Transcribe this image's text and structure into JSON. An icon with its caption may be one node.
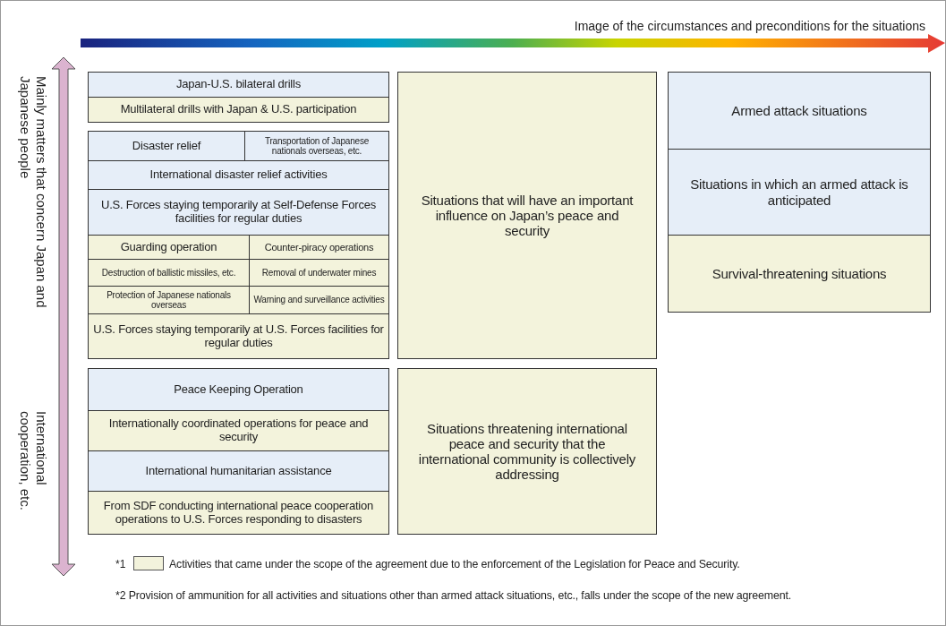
{
  "diagram": {
    "nodes": [
      {
        "text": [
          "Japan-U.S. bilateral drills"
        ]
      },
      {
        "text": [
          "Multilateral drills with Japan & U.S. participation"
        ]
      },
      {
        "text": [
          "Disaster relief"
        ]
      },
      {
        "text": [
          "Transportation of Japanese nationals overseas, etc."
        ]
      },
      {
        "text": [
          "International disaster relief activities"
        ]
      },
      {
        "text": [
          "U.S. Forces staying temporarily at Self-Defense Forces facilities for regular duties"
        ]
      },
      {
        "text": [
          "Guarding operation"
        ]
      },
      {
        "text": [
          "Counter-piracy operations"
        ]
      },
      {
        "text": [
          "Destruction of ballistic missiles, etc."
        ]
      },
      {
        "text": [
          "Removal of underwater mines"
        ]
      },
      {
        "text": [
          "Protection of Japanese nationals overseas"
        ]
      },
      {
        "text": [
          "Warning and surveillance activities"
        ]
      },
      {
        "text": [
          "U.S. Forces staying temporarily at U.S. Forces facilities for regular duties"
        ]
      },
      {
        "text": [
          "Situations that will have an important influence on Japan’s peace and security"
        ]
      },
      {
        "text": [
          "Armed attack situations"
        ]
      },
      {
        "text": [
          "Situations in which an armed attack is anticipated"
        ]
      },
      {
        "text": [
          "Survival-threatening situations"
        ]
      },
      {
        "text": [
          "Peace Keeping Operation"
        ]
      },
      {
        "text": [
          "Internationally coordinated operations for peace and security"
        ]
      },
      {
        "text": [
          "International humanitarian assistance"
        ]
      },
      {
        "text": [
          "From SDF conducting international peace cooperation operations to U.S. Forces responding to disasters"
        ]
      },
      {
        "text": [
          "Situations threatening international peace and security that the international community is collectively addressing"
        ]
      }
    ],
    "edges": [],
    "labels": [
      "Image of the circumstances and preconditions for the situations",
      "Mainly matters that concern Japan and Japanese people",
      "International cooperation, etc.",
      "*1",
      "*2 Provision of ammunition for all activities and situations other than armed attack situations, etc., falls under the scope of the new agreement."
    ],
    "legend": [
      {
        "text": "Activities that came under the scope of the agreement due to the enforcement of the Legislation for Peace and Security.",
        "color": "#f3f3dc"
      }
    ]
  }
}
